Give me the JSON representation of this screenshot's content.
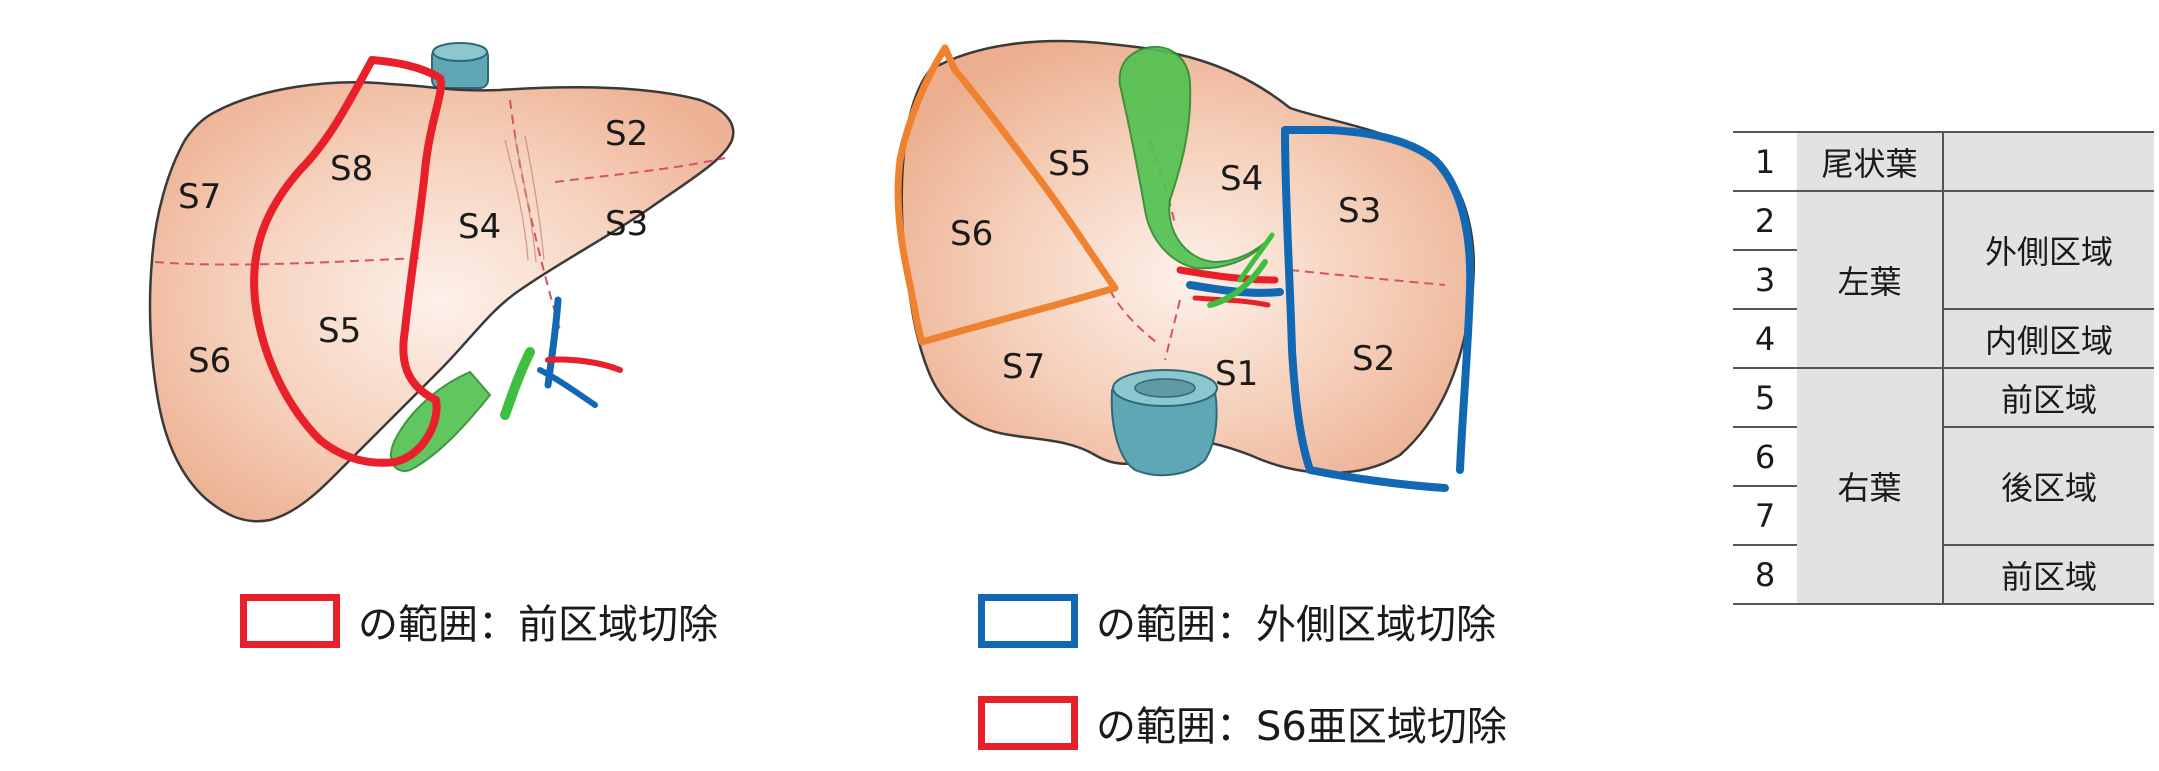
{
  "colors": {
    "liver_fill": "#f3c6ad",
    "liver_inner": "#fbe6da",
    "outline": "#3a3a3a",
    "red": "#e8202a",
    "blue": "#1268b3",
    "orange": "#ee8230",
    "green": "#3fbf3f",
    "vein_teal": "#4d99a8",
    "dash": "#d9506a"
  },
  "front_view": {
    "labels": [
      "S8",
      "S7",
      "S4",
      "S2",
      "S3",
      "S5",
      "S6"
    ]
  },
  "back_view": {
    "labels": [
      "S5",
      "S4",
      "S3",
      "S6",
      "S7",
      "S1",
      "S2"
    ]
  },
  "legends": [
    {
      "text": "の範囲：前区域切除",
      "color": "#e8202a"
    },
    {
      "text": "の範囲：外側区域切除",
      "color": "#1268b3"
    },
    {
      "text": "の範囲：S6亜区域切除",
      "color": "#e8202a"
    }
  ],
  "table": {
    "rows": [
      {
        "num": "1",
        "lobe": "尾状葉",
        "area": ""
      },
      {
        "num": "2",
        "lobe": "左葉",
        "area": "外側区域"
      },
      {
        "num": "3"
      },
      {
        "num": "4",
        "area": "内側区域"
      },
      {
        "num": "5",
        "lobe": "右葉",
        "area": "前区域"
      },
      {
        "num": "6",
        "area": "後区域"
      },
      {
        "num": "7"
      },
      {
        "num": "8",
        "area": "前区域"
      }
    ]
  }
}
